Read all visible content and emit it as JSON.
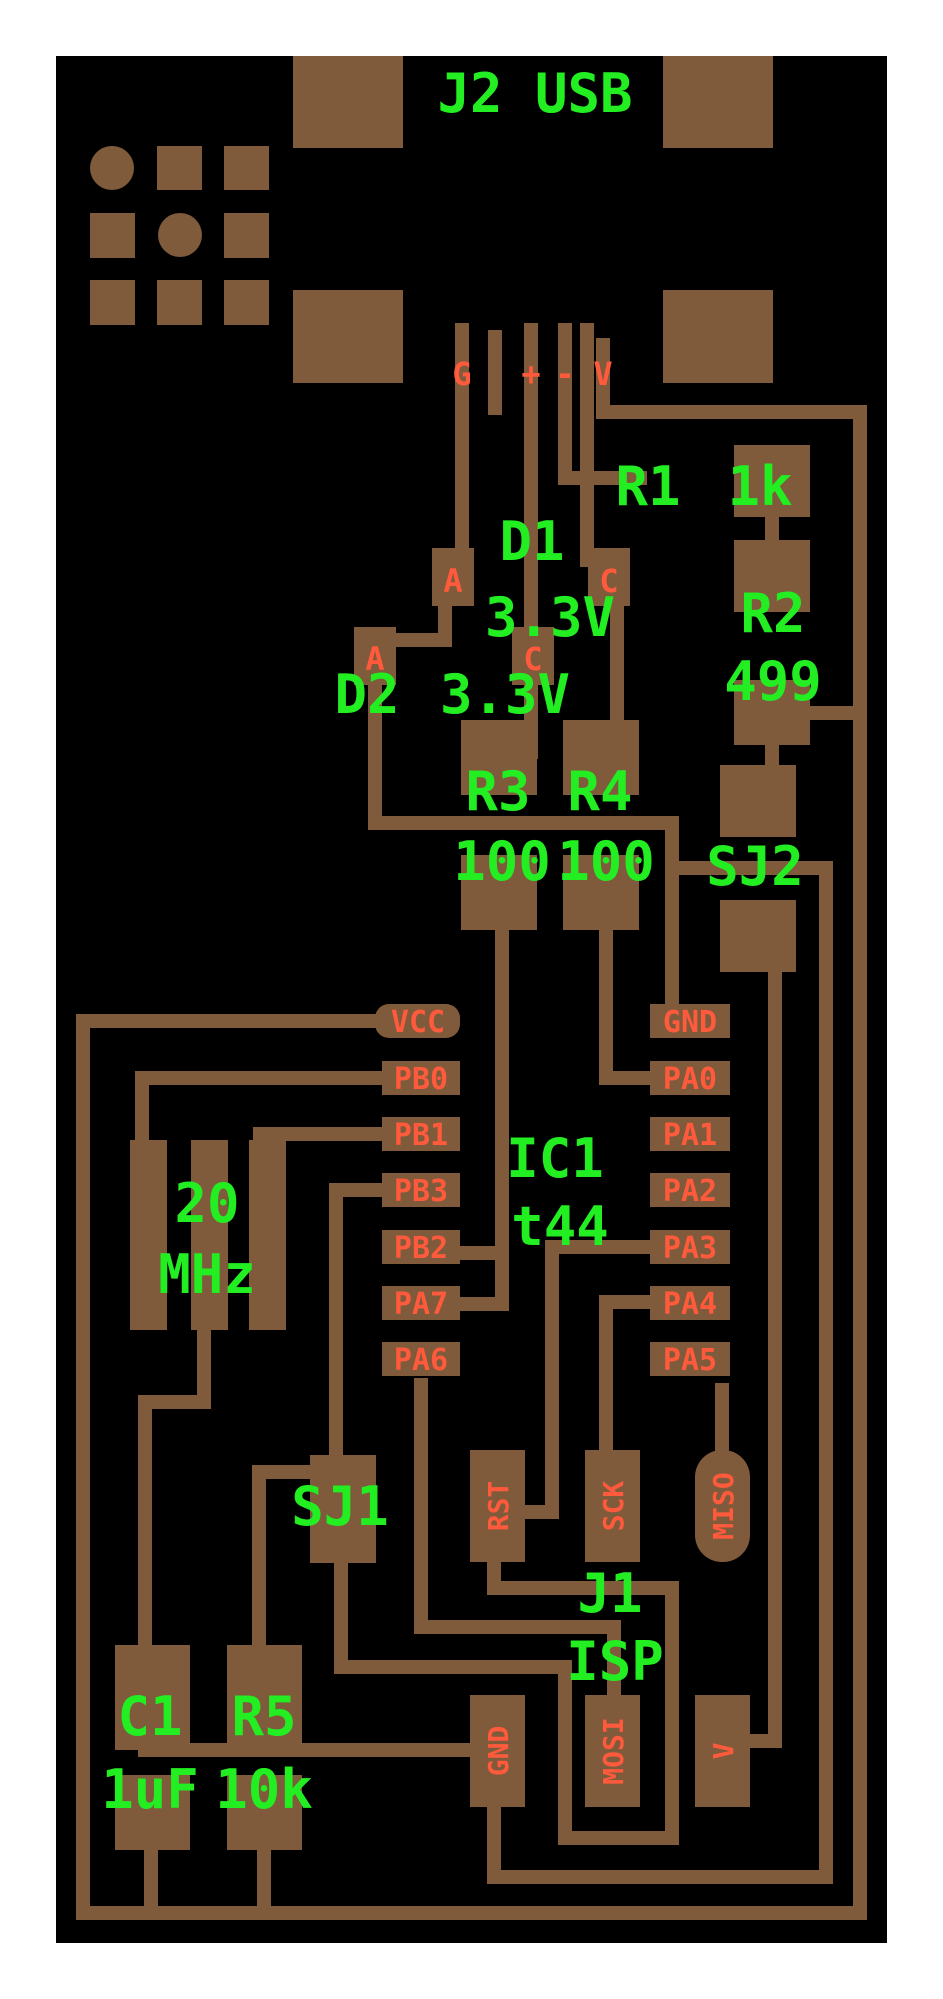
{
  "board": {
    "colors": {
      "background": "#ffffff",
      "substrate": "#000000",
      "copper": "#7f5a3b",
      "component_label": "#22ee22",
      "pin_label": "#ff5a3c"
    }
  },
  "labels": {
    "usb": "J2 USB",
    "r1": "R1",
    "r1_val": "1k",
    "r2": "R2",
    "r2_val": "499",
    "d1": "D1",
    "d1_val": "3.3V",
    "d2": "D2",
    "d2_val": "3.3V",
    "r3": "R3",
    "r3_val": "100",
    "r4": "R4",
    "r4_val": "100",
    "sj2": "SJ2",
    "ic1": "IC1",
    "ic1_val": "t44",
    "xtal_a": "20",
    "xtal_b": "MHz",
    "sj1": "SJ1",
    "j1": "J1",
    "j1_val": "ISP",
    "c1": "C1",
    "c1_val": "1uF",
    "r5": "R5",
    "r5_val": "10k"
  },
  "pins": {
    "usb": {
      "g": "G",
      "plus": "+",
      "minus": "-",
      "v": "V"
    },
    "diode_a": "A",
    "diode_c": "C",
    "ic_left": [
      "VCC",
      "PB0",
      "PB1",
      "PB3",
      "PB2",
      "PA7",
      "PA6"
    ],
    "ic_right": [
      "GND",
      "PA0",
      "PA1",
      "PA2",
      "PA3",
      "PA4",
      "PA5"
    ],
    "isp": {
      "rst": "RST",
      "sck": "SCK",
      "miso": "MISO",
      "gnd": "GND",
      "mosi": "MOSI",
      "v": "V"
    }
  }
}
